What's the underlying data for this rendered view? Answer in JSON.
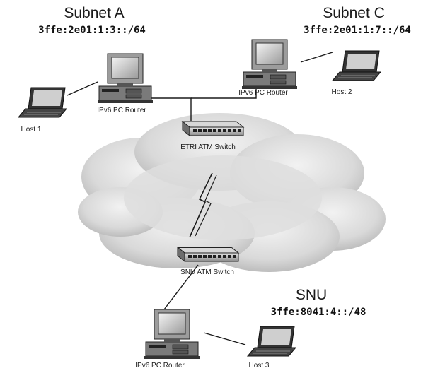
{
  "subnets": {
    "a": {
      "name": "Subnet A",
      "prefix": "3ffe:2e01:1:3::/64"
    },
    "c": {
      "name": "Subnet C",
      "prefix": "3ffe:2e01:1:7::/64"
    },
    "snu": {
      "name": "SNU",
      "prefix": "3ffe:8041:4::/48"
    }
  },
  "devices": {
    "router_a": "IPv6 PC Router",
    "router_c": "IPv6 PC Router",
    "router_snu": "IPv6 PC Router",
    "host1": "Host 1",
    "host2": "Host 2",
    "host3": "Host 3",
    "switch_etri": "ETRI ATM Switch",
    "switch_snu": "SNU ATM Switch"
  }
}
